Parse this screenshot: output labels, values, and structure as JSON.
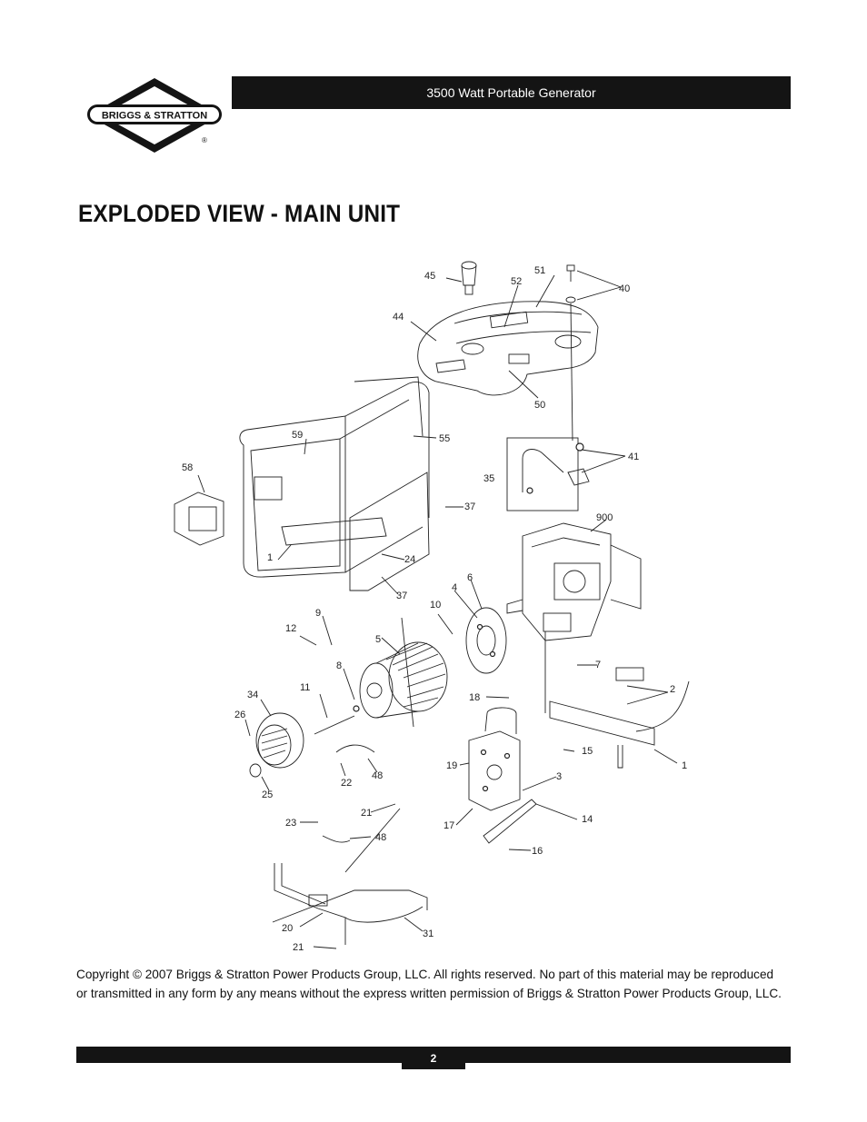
{
  "header": {
    "brand": "BRIGGS & STRATTON",
    "registered_mark": "®",
    "product_title": "3500 Watt Portable Generator"
  },
  "page_title": "EXPLODED VIEW - MAIN UNIT",
  "diagram": {
    "part_callouts": [
      "45",
      "51",
      "52",
      "40",
      "44",
      "50",
      "59",
      "55",
      "58",
      "35",
      "41",
      "37",
      "24",
      "1",
      "37",
      "900",
      "9",
      "6",
      "12",
      "10",
      "4",
      "5",
      "8",
      "7",
      "34",
      "11",
      "26",
      "2",
      "18",
      "15",
      "25",
      "22",
      "48",
      "19",
      "3",
      "1",
      "21",
      "23",
      "48",
      "17",
      "14",
      "16",
      "20",
      "31",
      "21"
    ]
  },
  "copyright": "Copyright © 2007 Briggs & Stratton Power Products Group, LLC.  All rights reserved.  No part of this material may be reproduced or transmitted in any form by any means without the express written permission of Briggs & Stratton Power Products Group, LLC.",
  "footer": {
    "page_number": "2"
  }
}
